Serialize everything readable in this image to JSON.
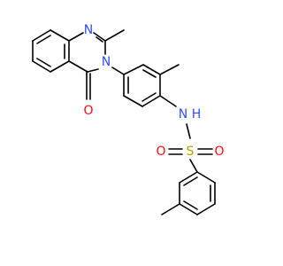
{
  "molecule": {
    "atoms": {
      "n_quinazoline_1": {
        "symbol": "N",
        "color": "#3050f8"
      },
      "n_quinazoline_3": {
        "symbol": "N",
        "color": "#3050f8"
      },
      "o_carbonyl": {
        "symbol": "O",
        "color": "#ff0d0d"
      },
      "n_sulfonamide": {
        "symbol": "N",
        "color": "#3050f8"
      },
      "h_sulfonamide": {
        "symbol": "H",
        "color": "#3050f8"
      },
      "s_sulfonyl": {
        "symbol": "S",
        "color": "#b2a700"
      },
      "o_sulfonyl_1": {
        "symbol": "O",
        "color": "#ff0d0d"
      },
      "o_sulfonyl_2": {
        "symbol": "O",
        "color": "#ff0d0d"
      }
    },
    "bond_color": "#000000"
  }
}
